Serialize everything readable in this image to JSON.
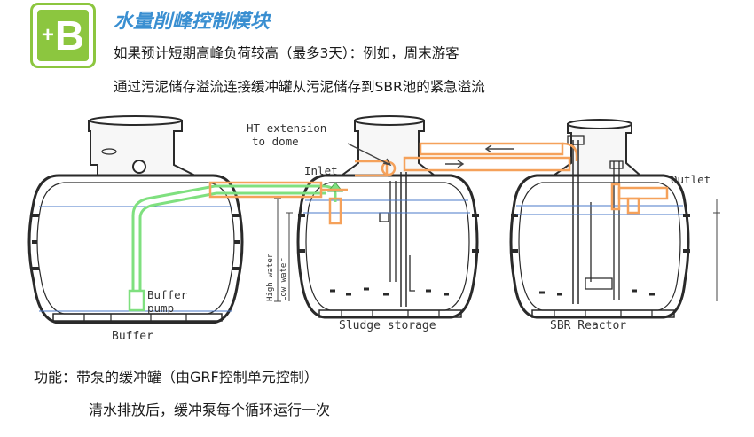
{
  "logo": {
    "symbol": "+",
    "letter": "B"
  },
  "heading": {
    "title": "水量削峰控制模块",
    "line_1": "如果预计短期高峰负荷较高（最多3天）：例如，周末游客",
    "line_2": "通过污泥储存溢流连接缓冲罐从污泥储存到SBR池的紧急溢流"
  },
  "diagram": {
    "labels": {
      "ht_extension_1": "HT extension",
      "ht_extension_2": "to dome",
      "inlet": "Inlet",
      "outlet": "Outlet",
      "high_water": "High water",
      "low_water": "Low water",
      "buffer_pump_1": "Buffer",
      "buffer_pump_2": "pump",
      "buffer": "Buffer",
      "sludge_storage": "Sludge storage",
      "sbr_reactor": "SBR Reactor"
    },
    "colors": {
      "tank_outline": "#2a2a2a",
      "water_line": "#4a78c8",
      "green_pipe": "#7fe07f",
      "orange_pipe": "#f5a15a",
      "arrow": "#444444"
    }
  },
  "function": {
    "line_1": "功能：带泵的缓冲罐（由GRF控制单元控制）",
    "line_2": "清水排放后，缓冲泵每个循环运行一次"
  }
}
